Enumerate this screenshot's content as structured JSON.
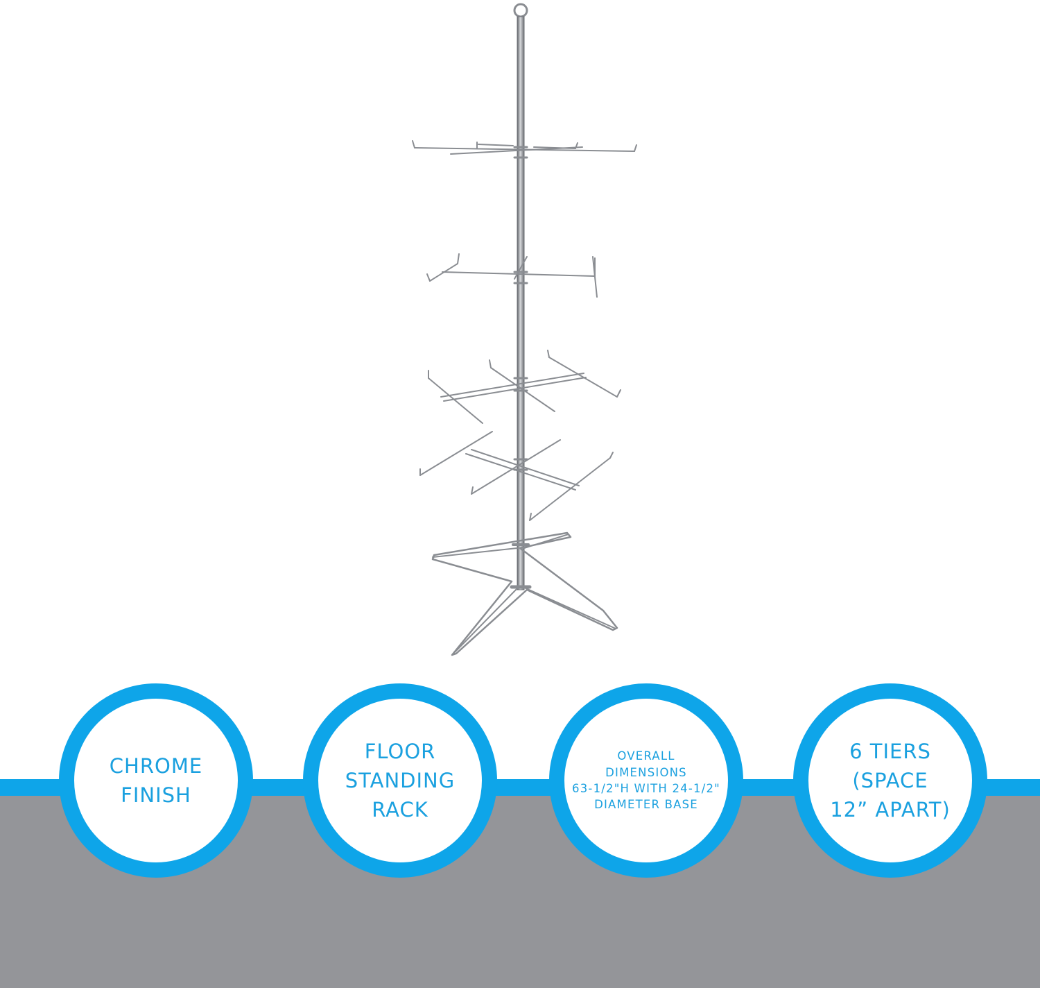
{
  "colors": {
    "accent_blue": "#0ea5e9",
    "text_blue": "#1aa0df",
    "band_gray": "#949599",
    "chrome": "#8a8d92"
  },
  "product_image": {
    "icon": "chrome-floor-display-rack-image"
  },
  "features": [
    {
      "text": "CHROME\nFINISH"
    },
    {
      "text": "FLOOR\nSTANDING\nRACK"
    },
    {
      "text": "OVERALL\nDIMENSIONS\n63-1/2\"H WITH 24-1/2\"\nDIAMETER BASE"
    },
    {
      "text": "6 TIERS\n(SPACE\n12” APART)"
    }
  ]
}
